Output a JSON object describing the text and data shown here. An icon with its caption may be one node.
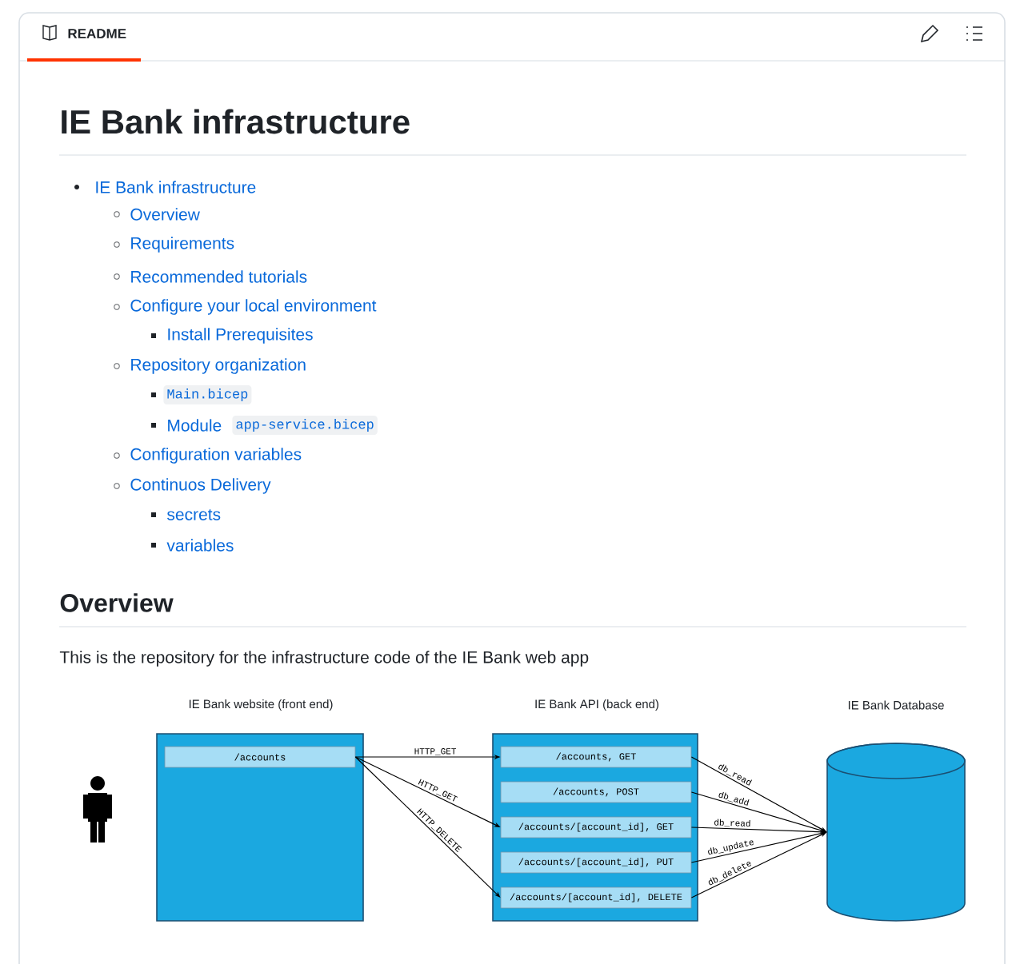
{
  "diagram": {
    "nodes": [
      {
        "text": [
          "IE Bank website (front end)"
        ]
      },
      {
        "text": [
          "/accounts"
        ],
        "in": 0
      },
      {
        "text": [
          "IE Bank API (back end)"
        ]
      },
      {
        "text": [
          "/accounts, GET"
        ],
        "in": 2
      },
      {
        "text": [
          "/accounts, POST"
        ],
        "in": 2
      },
      {
        "text": [
          "/accounts/[account_id], GET"
        ],
        "in": 2
      },
      {
        "text": [
          "/accounts/[account_id], PUT"
        ],
        "in": 2
      },
      {
        "text": [
          "/accounts/[account_id], DELETE"
        ],
        "in": 2
      },
      {
        "text": [
          "IE Bank Database"
        ]
      }
    ],
    "edges": [
      {
        "from": 1,
        "to": 3,
        "arrow": "to",
        "label": "HTTP_GET"
      },
      {
        "from": 1,
        "to": 5,
        "arrow": "to",
        "label": "HTTP_GET"
      },
      {
        "from": 1,
        "to": 7,
        "arrow": "to",
        "label": "HTTP_DELETE"
      },
      {
        "from": 3,
        "to": 8,
        "arrow": "to",
        "label": "db_read"
      },
      {
        "from": 4,
        "to": 8,
        "arrow": "to",
        "label": "db_add"
      },
      {
        "from": 5,
        "to": 8,
        "arrow": "to",
        "label": "db_read"
      },
      {
        "from": 6,
        "to": 8,
        "arrow": "to",
        "label": "db_update"
      },
      {
        "from": 7,
        "to": 8,
        "arrow": "to",
        "label": "db_delete"
      }
    ],
    "labels": [
      "README",
      "IE Bank infrastructure",
      "IE Bank infrastructure",
      "Overview",
      "Requirements",
      "Recommended tutorials",
      "Configure your local environment",
      "Install Prerequisites",
      "Repository organization",
      "Main.bicep",
      "Module",
      "app-service.bicep",
      "Configuration variables",
      "Continuos Delivery",
      "secrets",
      "variables",
      "Overview",
      "This is the repository for the infrastructure code of the IE Bank web app"
    ]
  }
}
